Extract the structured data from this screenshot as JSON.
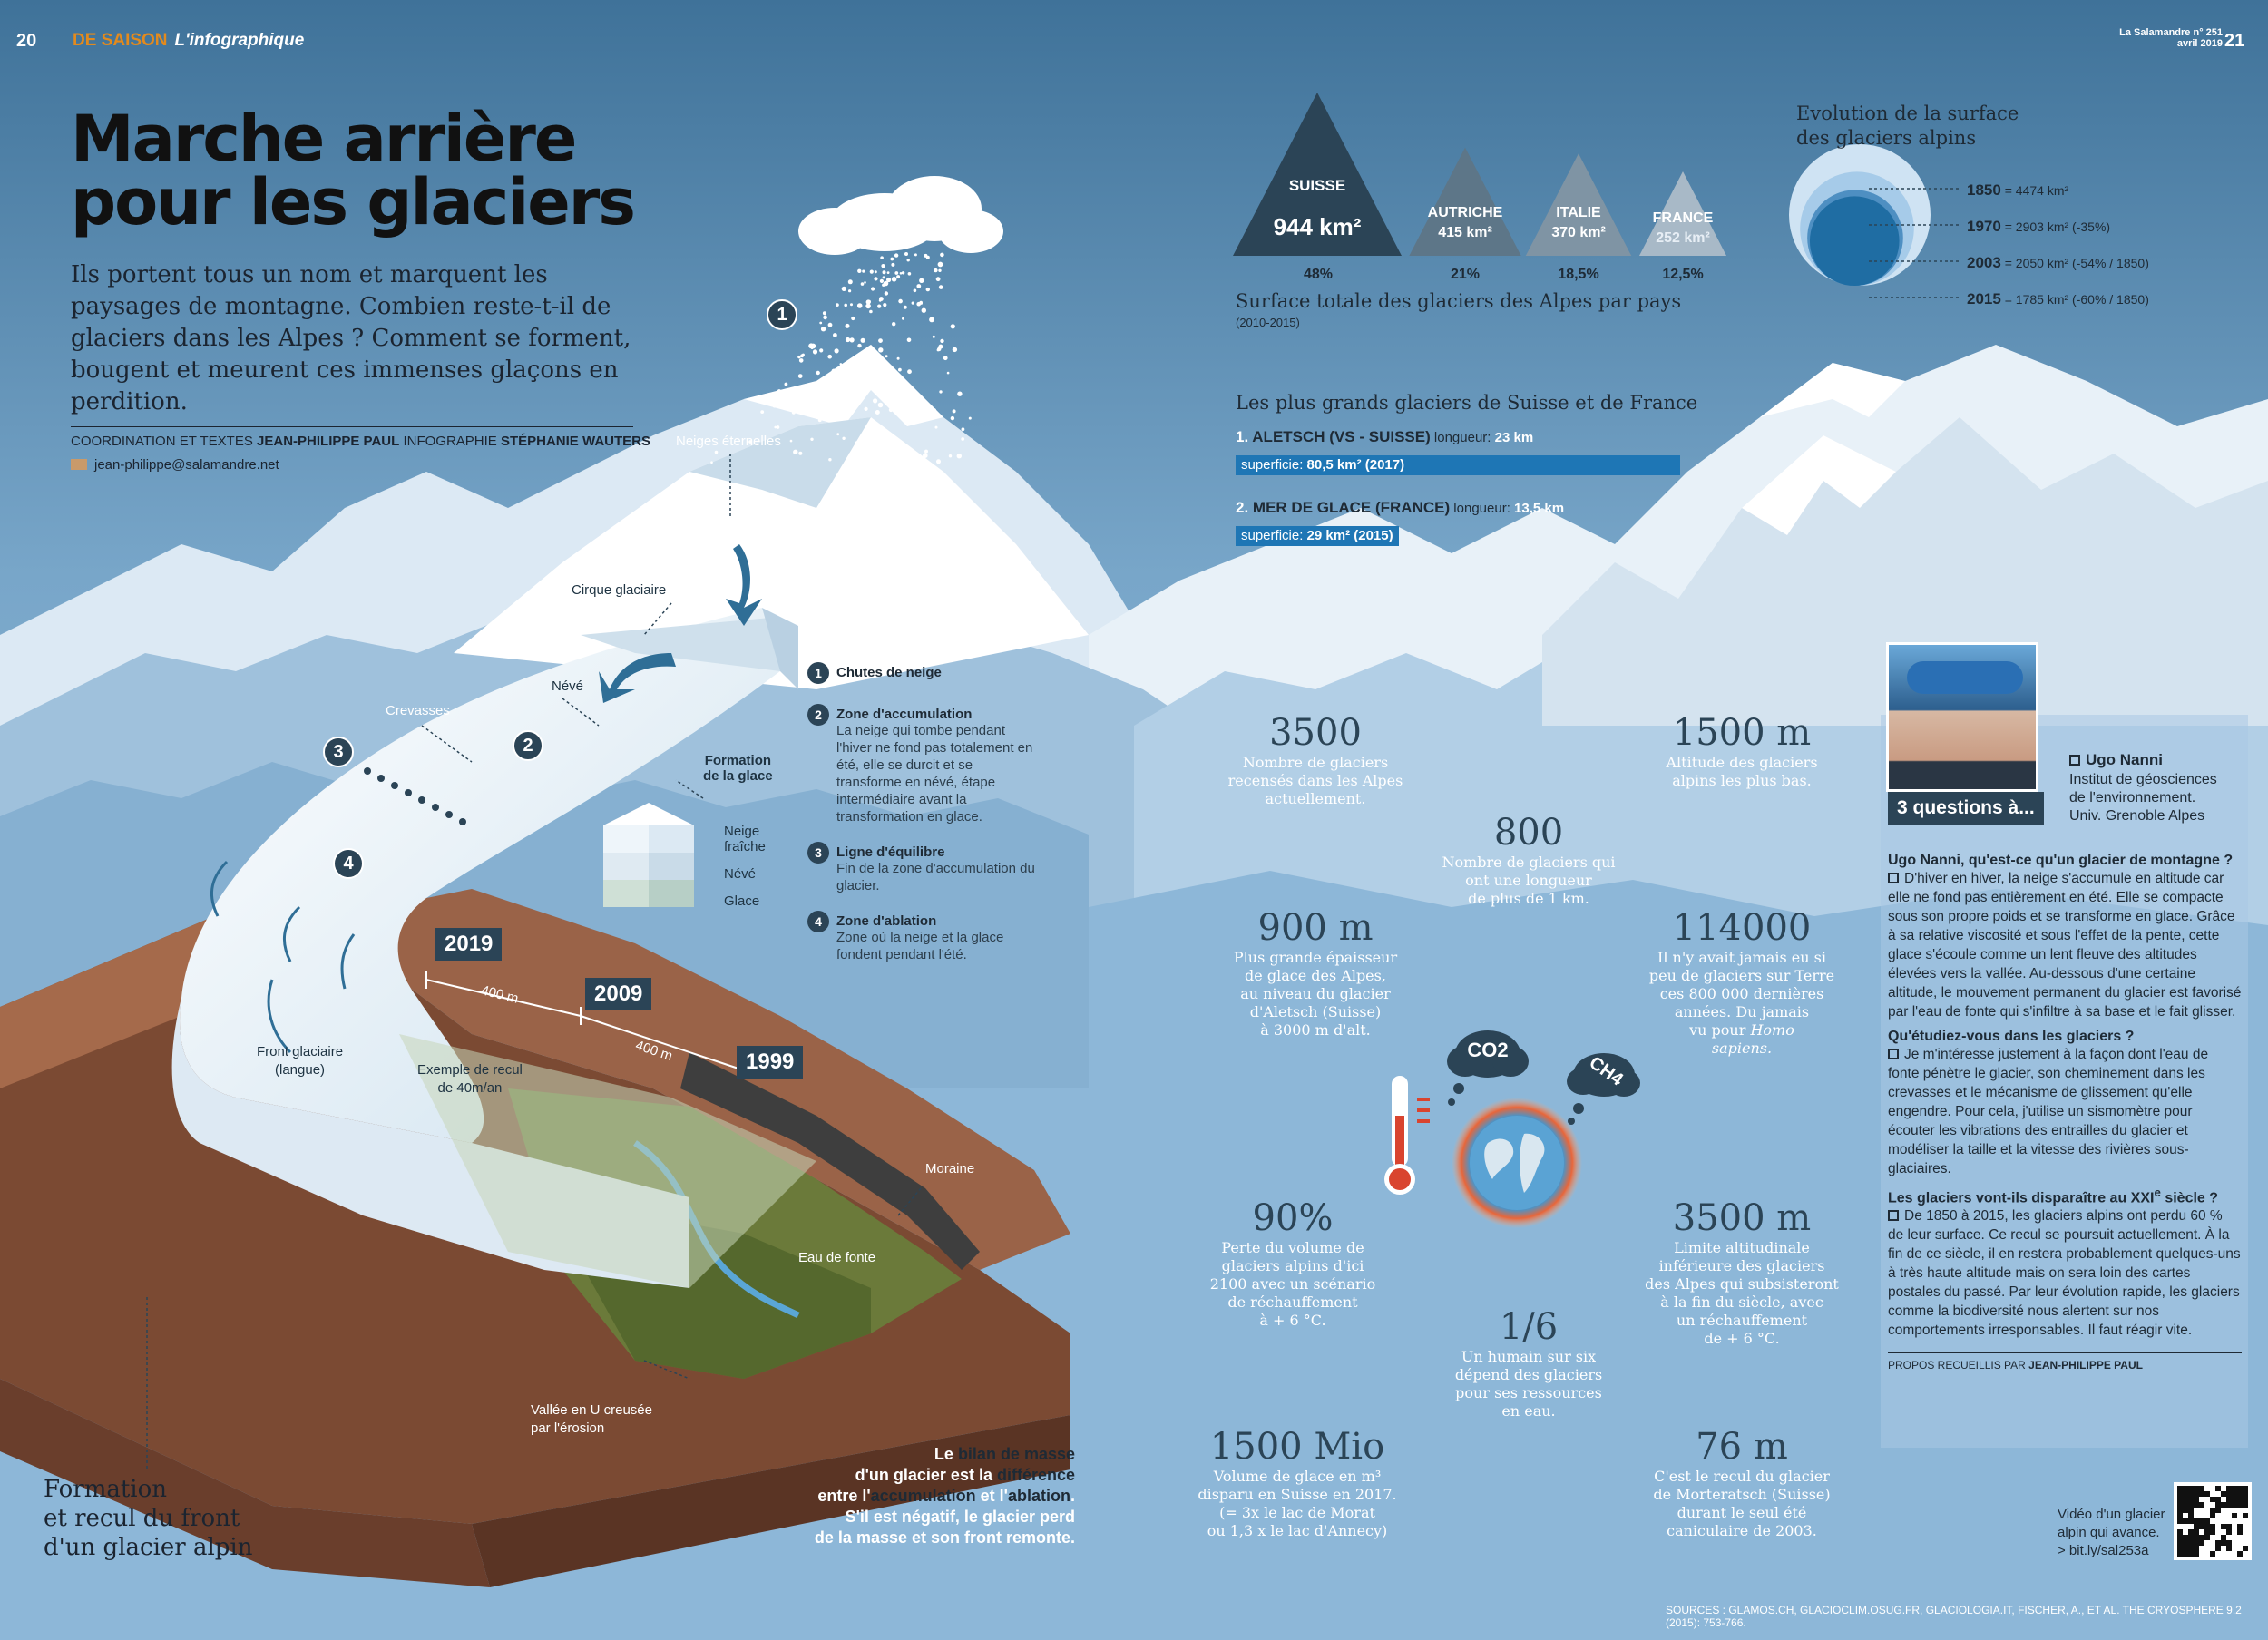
{
  "header": {
    "page_left": "20",
    "rubrique_1": "DE SAISON",
    "rubrique_2": "L'infographique",
    "magazine": "La Salamandre n° 251",
    "issue_date": "avril 2019",
    "page_right": "21"
  },
  "intro": {
    "title_line1": "Marche arrière",
    "title_line2": "pour les glaciers",
    "lead": "Ils portent tous un nom et marquent les paysages de montagne. Combien reste-t-il de glaciers dans les Alpes ? Comment se forment, bougent et meurent ces immenses glaçons en perdition.",
    "credits_prefix": "COORDINATION ET TEXTES ",
    "credits_author": "JEAN-PHILIPPE PAUL",
    "credits_mid": " INFOGRAPHIE ",
    "credits_designer": "STÉPHANIE WAUTERS",
    "email": "jean-philippe@salamandre.net"
  },
  "diagram": {
    "neiges": "Neiges éternelles",
    "cirque": "Cirque glaciaire",
    "neve": "Névé",
    "crevasses": "Crevasses",
    "formation_glace_1": "Formation",
    "formation_glace_2": "de la glace",
    "neige_fraiche_1": "Neige",
    "neige_fraiche_2": "fraîche",
    "neve_block": "Névé",
    "glace_block": "Glace",
    "front_1": "Front glaciaire",
    "front_2": "(langue)",
    "recul_1": "Exemple de recul",
    "recul_2": "de 40m/an",
    "moraine": "Moraine",
    "eau": "Eau de fonte",
    "vallee_1": "Vallée en U creusée",
    "vallee_2": "par l'érosion",
    "year_2019": "2019",
    "year_2009": "2009",
    "year_1999": "1999",
    "dist_1": "400 m",
    "dist_2": "400 m",
    "badge_1": "1",
    "badge_2": "2",
    "badge_3": "3",
    "badge_4": "4",
    "caption_1": "Formation",
    "caption_2": "et recul du front",
    "caption_3": "d'un glacier alpin"
  },
  "steps": [
    {
      "num": "1",
      "title": "Chutes de neige",
      "text": ""
    },
    {
      "num": "2",
      "title": "Zone d'accumulation",
      "text": "La neige qui tombe pendant l'hiver ne fond pas totalement en été, elle se durcit et se transforme en névé, étape intermédiaire avant la transformation en glace."
    },
    {
      "num": "3",
      "title": "Ligne d'équilibre",
      "text": "Fin de la zone d'accumulation du glacier."
    },
    {
      "num": "4",
      "title": "Zone d'ablation",
      "text": "Zone où la neige et la glace fondent pendant l'été."
    }
  ],
  "bilan": {
    "w1": "Le ",
    "h1": "bilan de masse",
    "w2": "d'un glacier est la ",
    "h2": "différence",
    "w3": "entre l'",
    "h3": "accumulation",
    "w4": " et l'",
    "h4": "ablation",
    "w5": ".",
    "line4": "S'il est négatif, le glacier perd",
    "line5": "de la masse et son front remonte."
  },
  "countries": {
    "items": [
      {
        "name": "SUISSE",
        "area": "944 km²",
        "pct": "48%"
      },
      {
        "name": "AUTRICHE",
        "area": "415 km²",
        "pct": "21%"
      },
      {
        "name": "ITALIE",
        "area": "370 km²",
        "pct": "18,5%"
      },
      {
        "name": "FRANCE",
        "area": "252 km²",
        "pct": "12,5%"
      }
    ],
    "title": "Surface totale des glaciers des Alpes par pays",
    "period": "(2010-2015)"
  },
  "biggest": {
    "title": "Les plus grands glaciers de Suisse et de France",
    "g1_num": "1.",
    "g1_name": " ALETSCH (VS - SUISSE)",
    "g1_len_lbl": " longueur: ",
    "g1_len": "23 km",
    "g1_sup_lbl": "superficie: ",
    "g1_sup": "80,5  km² (2017)",
    "g1_fraction": 1.0,
    "g2_num": "2.",
    "g2_name": " MER DE GLACE (FRANCE)",
    "g2_len_lbl": " longueur: ",
    "g2_len": "13,5 km",
    "g2_sup_lbl": "superficie: ",
    "g2_sup": "29 km² (2015)",
    "g2_fraction": 0.36
  },
  "evolution": {
    "title_1": "Evolution de la surface",
    "title_2": "des glaciers alpins",
    "rows": [
      {
        "year": "1850",
        "eq": " = ",
        "val": "4474 km²",
        "extra": ""
      },
      {
        "year": "1970",
        "eq": " = ",
        "val": "2903 km²",
        "extra": " (-35%)"
      },
      {
        "year": "2003",
        "eq": " = ",
        "val": "2050 km²",
        "extra": " (-54% / 1850)"
      },
      {
        "year": "2015",
        "eq": " = ",
        "val": "1785 km²",
        "extra": " (-60% / 1850)"
      }
    ]
  },
  "stats": {
    "s3500": {
      "num": "3500",
      "t1": "Nombre de glaciers",
      "t2": "recensés dans les Alpes",
      "t3": "actuellement."
    },
    "s1500m": {
      "num": "1500 m",
      "t1": "Altitude des glaciers",
      "t2": "alpins les plus bas."
    },
    "s800": {
      "num": "800",
      "t1": "Nombre de glaciers qui",
      "t2": "ont une longueur",
      "t3": "de plus de 1 km."
    },
    "s900": {
      "num": "900 m",
      "t1": "Plus grande épaisseur",
      "t2": "de glace des Alpes,",
      "t3": "au niveau du glacier",
      "t4": "d'Aletsch (Suisse)",
      "t5": "à 3000 m d'alt."
    },
    "s114000": {
      "num": "114000",
      "t1": "Il n'y avait jamais eu si",
      "t2": "peu de glaciers sur Terre",
      "t3": "ces 800 000 dernières",
      "t4": "années. Du jamais",
      "t5a": "vu pour ",
      "t5b": "Homo",
      "t6": "sapiens."
    },
    "s90": {
      "num": "90%",
      "t1": "Perte du volume de",
      "t2": "glaciers alpins d'ici",
      "t3": "2100 avec un scénario",
      "t4": "de réchauffement",
      "t5": "à + 6 °C."
    },
    "s3500m": {
      "num": "3500 m",
      "t1": "Limite altitudinale",
      "t2": "inférieure des glaciers",
      "t3": "des Alpes qui subsisteront",
      "t4": "à la fin du siècle, avec",
      "t5": "un réchauffement",
      "t6": "de + 6 °C."
    },
    "s16": {
      "num": "1/6",
      "t1": "Un humain sur six",
      "t2": "dépend des glaciers",
      "t3": "pour ses ressources",
      "t4": "en eau."
    },
    "s1500mio": {
      "num": "1500 Mio",
      "t1": "Volume de glace en m³",
      "t2": "disparu en Suisse en 2017.",
      "t3": "(= 3x le lac de Morat",
      "t4": "ou 1,3 x le lac d'Annecy)"
    },
    "s76": {
      "num": "76 m",
      "t1": "C'est le recul du glacier",
      "t2": "de Morteratsch (Suisse)",
      "t3": "durant le seul été",
      "t4": "caniculaire de 2003."
    },
    "co2": "CO2",
    "ch4": "CH4"
  },
  "interview": {
    "name": "Ugo Nanni",
    "affil_1": "Institut de géosciences",
    "affil_2": "de l'environnement.",
    "affil_3": "Univ. Grenoble Alpes",
    "tag": "3 questions à...",
    "q1": "Ugo Nanni, qu'est-ce qu'un glacier de montagne ?",
    "a1": "D'hiver en hiver, la neige s'accumule en altitude car elle ne fond pas entièrement en été. Elle se compacte sous son propre poids et se transforme en glace. Grâce à sa relative viscosité et sous l'effet de la pente, cette glace s'écoule comme un lent fleuve des altitudes élevées vers la vallée. Au-dessous d'une certaine altitude, le mouvement permanent du glacier est favorisé par l'eau de fonte qui s'infiltre à sa base et le fait glisser.",
    "q2": "Qu'étudiez-vous dans les glaciers ?",
    "a2": "Je m'intéresse justement à la façon dont l'eau de fonte pénètre le glacier, son cheminement dans les crevasses et le mécanisme de glissement qu'elle engendre. Pour cela, j'utilise un sismomètre pour écouter les vibrations des entrailles du glacier et modéliser la taille et la vitesse des rivières sous-glaciaires.",
    "q3a": "Les glaciers vont-ils disparaître au XXI",
    "q3sup": "e",
    "q3b": " siècle ?",
    "a3": "De 1850 à 2015, les glaciers alpins ont perdu 60 % de leur surface. Ce recul se poursuit actuellement. À la fin de ce siècle, il en restera probablement quelques-uns à très haute altitude mais on sera loin des cartes postales du passé. Par leur évolution rapide, les glaciers comme la biodiversité nous alertent sur nos comportements irresponsables. Il faut réagir vite.",
    "propos": "PROPOS RECUEILLIS PAR ",
    "propos_name": "JEAN-PHILIPPE PAUL"
  },
  "video": {
    "l1": "Vidéo d'un glacier",
    "l2": "alpin qui avance.",
    "l3": "> bit.ly/sal253a"
  },
  "sources": "SOURCES : GLAMOS.CH, GLACIOCLIM.OSUG.FR, GLACIOLOGIA.IT, FISCHER, A., ET AL. THE CRYOSPHERE 9.2 (2015): 753-766.",
  "colors": {
    "sky_top": "#3f7299",
    "sky_bottom": "#a9c9e4",
    "dark_badge": "#2b4456",
    "accent_orange": "#e38a1d",
    "bar_blue": "#1e76b5"
  }
}
